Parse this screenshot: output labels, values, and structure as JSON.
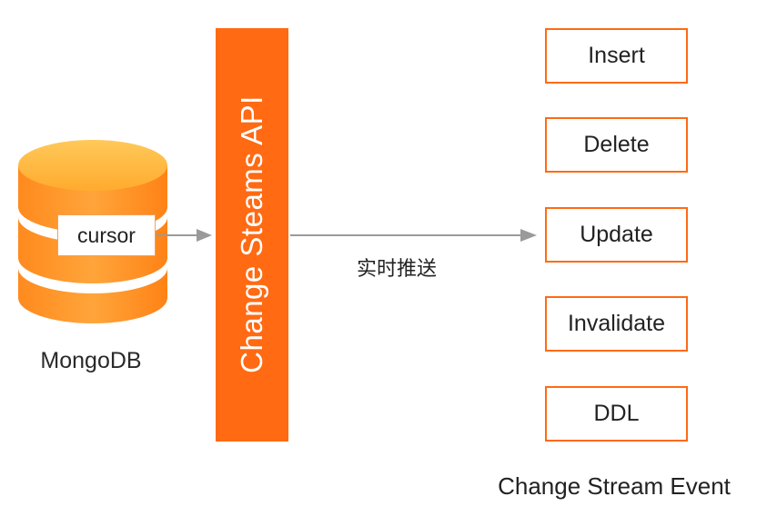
{
  "database": {
    "label": "MongoDB",
    "cursor_label": "cursor"
  },
  "api": {
    "label": "Change Steams API"
  },
  "push": {
    "label": "实时推送"
  },
  "events": {
    "title": "Change Stream Event",
    "items": [
      {
        "label": "Insert"
      },
      {
        "label": "Delete"
      },
      {
        "label": "Update"
      },
      {
        "label": "Invalidate"
      },
      {
        "label": "DDL"
      }
    ]
  },
  "colors": {
    "accent": "#ff6a13",
    "db_gradient_light": "#ffb347",
    "db_gradient_dark": "#ff7a1a",
    "arrow": "#999999"
  }
}
